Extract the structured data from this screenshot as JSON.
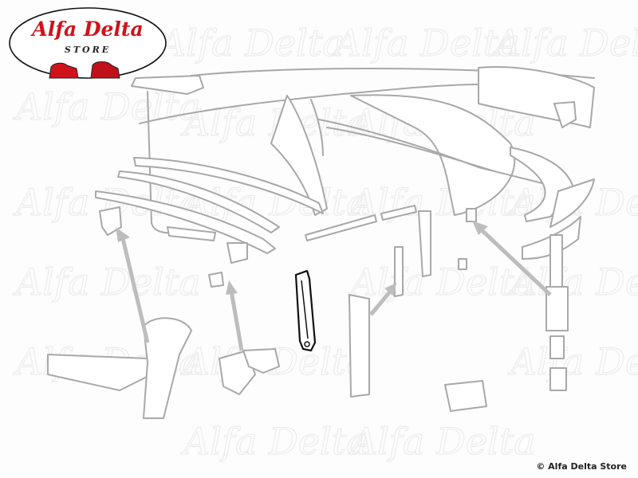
{
  "logo": {
    "title": "Alfa Delta",
    "subtitle": "STORE"
  },
  "watermark": "Alfa Delta",
  "copyright": "© Alfa Delta Store",
  "diagram": {
    "selected_part": "soft-top-strap",
    "highlight_color": "#111111",
    "part_color": "#a8a8a8"
  }
}
